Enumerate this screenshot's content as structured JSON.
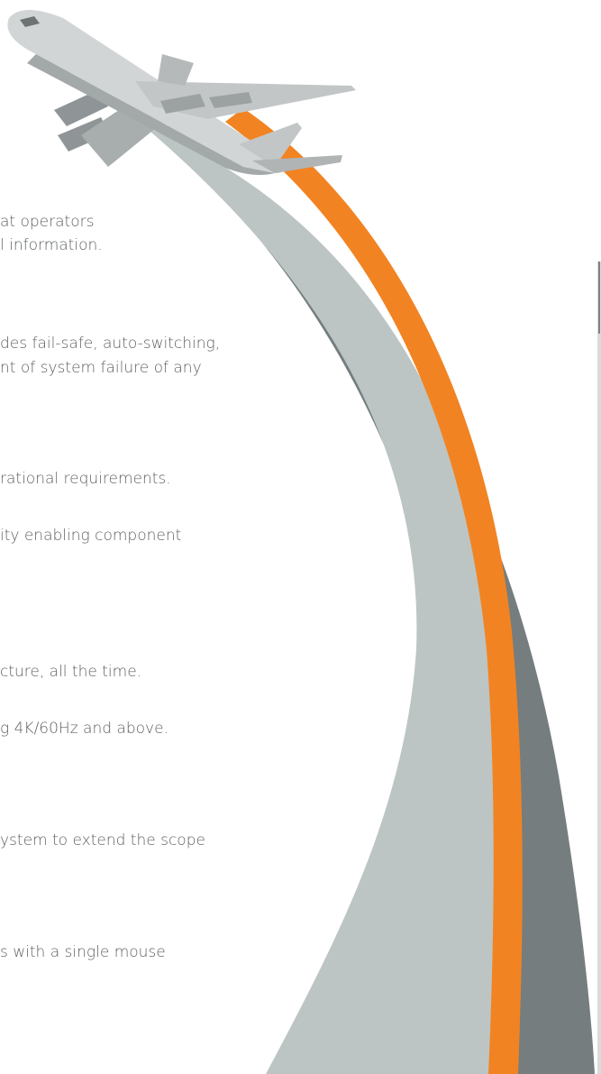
{
  "text_fragments": [
    "at operators",
    "l information.",
    "des fail-safe, auto-switching,",
    "nt of system failure of any",
    "rational requirements.",
    "ity enabling component",
    "cture, all the time.",
    "g 4K/60Hz and above.",
    "ystem to extend the scope",
    "s with a single mouse"
  ],
  "colors": {
    "body_text": "#5d6163",
    "orange_stripe": "#f28322",
    "light_gray_stripe": "#bcc5c4",
    "dark_gray_stripe": "#757d7e",
    "airplane_body": "#c9cccd",
    "airplane_shadow": "#8f9596"
  },
  "icons": {
    "airplane": "airplane-icon"
  }
}
